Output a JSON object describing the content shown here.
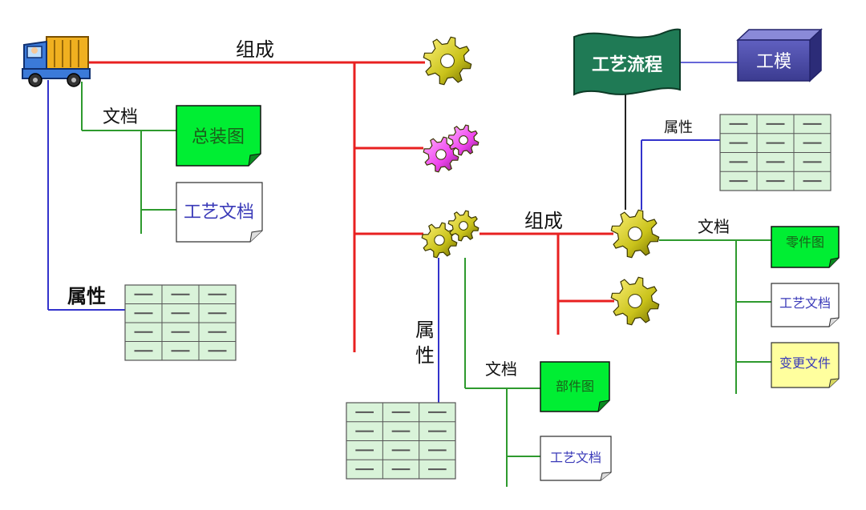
{
  "labels": {
    "compose_top": "组成",
    "compose_mid": "组成",
    "doc_topleft": "文档",
    "attr_left": "属性",
    "attr_mid_vertical_1": "属",
    "attr_mid_vertical_2": "性",
    "doc_mid": "文档",
    "attr_right": "属性",
    "doc_right": "文档"
  },
  "boxes": {
    "assembly_drawing": "总装图",
    "process_doc_1": "工艺文档",
    "component_drawing": "部件图",
    "process_doc_2": "工艺文档",
    "part_drawing": "零件图",
    "process_doc_3": "工艺文档",
    "change_doc": "变更文件",
    "process_flow": "工艺流程",
    "tooling": "工模"
  },
  "colors": {
    "red": "#e82020",
    "green": "#2e9a2e",
    "blue": "#3333cc",
    "black": "#222222",
    "doc_green": "#00ee33",
    "table_fill": "#d9f3d9",
    "change_fill": "#ffff9e",
    "flag_fill": "#1f7a55",
    "cube_fill": "#4a4aa6",
    "gear_yellow": "#c9c21a",
    "gear_pink": "#ee44ee"
  }
}
